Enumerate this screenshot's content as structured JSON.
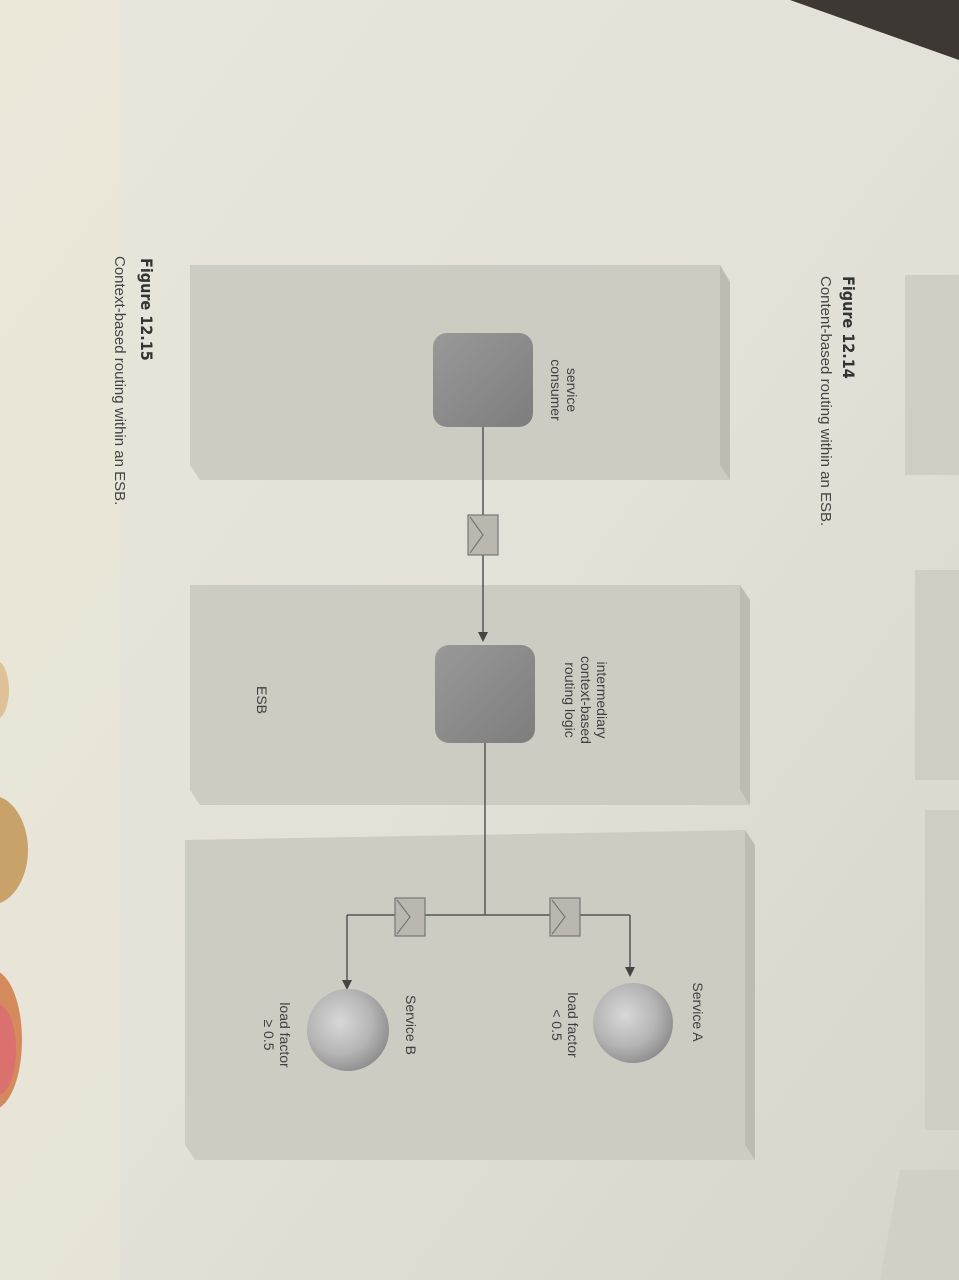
{
  "figure_14": {
    "number": "Figure 12.14",
    "caption": "Content-based routing within an ESB."
  },
  "figure_15": {
    "number": "Figure 12.15",
    "caption": "Context-based routing within an ESB."
  },
  "diagram": {
    "consumer_label_line1": "service",
    "consumer_label_line2": "consumer",
    "esb_label": "ESB",
    "intermediary_line1": "intermediary",
    "intermediary_line2": "context-based",
    "intermediary_line3": "routing logic",
    "service_a_label": "Service A",
    "service_a_cond_line1": "load factor",
    "service_a_cond_line2": "< 0.5",
    "service_b_label": "Service B",
    "service_b_cond_line1": "load factor",
    "service_b_cond_line2": "≥ 0.5"
  }
}
